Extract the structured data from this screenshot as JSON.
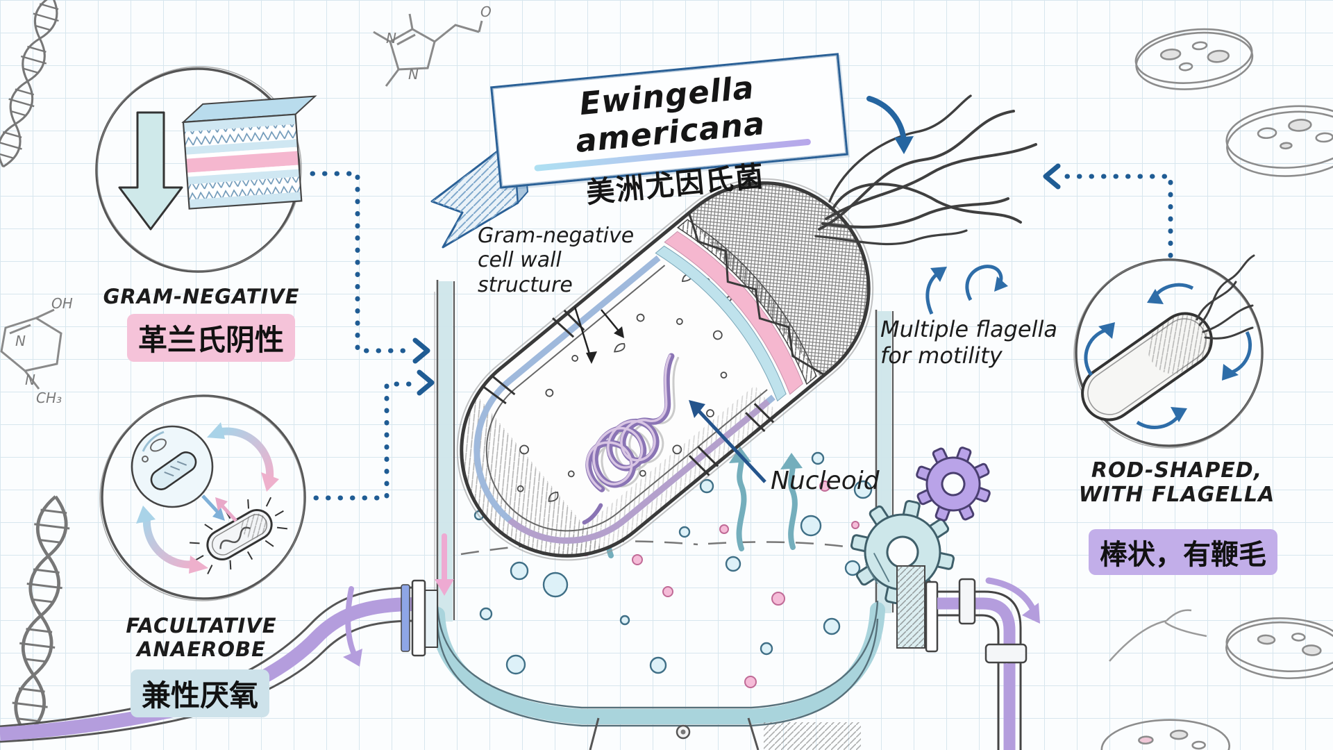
{
  "banner": {
    "species_latin": "Ewingella americana",
    "species_zh": "美洲尤因氏菌"
  },
  "features": {
    "gram_negative": {
      "en": "GRAM-NEGATIVE",
      "zh": "革兰氏阴性"
    },
    "facultative_anaerobe": {
      "en1": "FACULTATIVE",
      "en2": "ANAEROBE",
      "zh": "兼性厌氧"
    },
    "rod_shaped": {
      "en1": "ROD-SHAPED,",
      "en2": "WITH FLAGELLA",
      "zh": "棒状，有鞭毛"
    }
  },
  "callouts": {
    "cell_wall": {
      "l1": "Gram-negative",
      "l2": "cell wall",
      "l3": "structure"
    },
    "nucleoid": "Nucleoid",
    "motility": {
      "l1": "Multiple flagella",
      "l2": "for motility"
    }
  },
  "chem": {
    "oh": "OH",
    "n": "N",
    "ch3": "CH₃",
    "o": "O"
  },
  "colors": {
    "accent_blue": "#2a6096",
    "pencil_gray": "#555555",
    "highlight_pink": "#f5c3d9",
    "highlight_blue": "#cde2ea",
    "highlight_purple": "#c2aee9",
    "membrane_pink": "#f5b7cf",
    "membrane_blue": "#bfe2ec",
    "fluid_purple": "#b49ddd",
    "gear_purple": "#b9a3e8",
    "gear_teal": "#cde7ea",
    "bubble_blue": "#ddf1f8",
    "bubble_pink": "#f5bcd8",
    "arrow_teal": "#8fc3cf",
    "arrow_pink": "#eeaad2"
  }
}
